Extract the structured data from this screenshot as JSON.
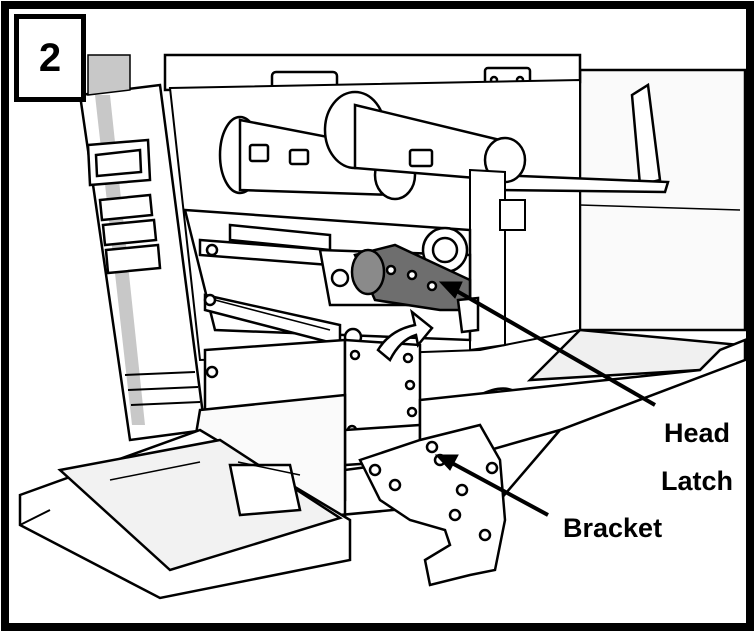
{
  "step": {
    "number": "2"
  },
  "callouts": {
    "head_latch_line1": "Head",
    "head_latch_line2": "Latch",
    "bracket": "Bracket"
  },
  "colors": {
    "ink": "#000000",
    "paper": "#ffffff",
    "shade": "#c8c8c8",
    "dark_part": "#6e6e6e"
  }
}
